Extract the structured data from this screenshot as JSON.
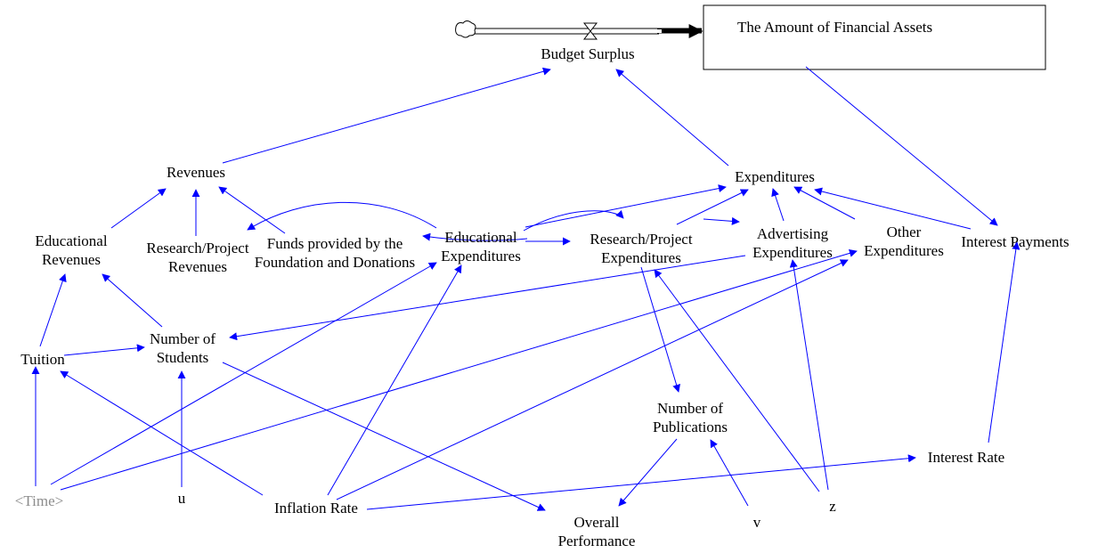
{
  "diagram": {
    "stock": {
      "label": "The Amount of Financial Assets"
    },
    "variables": [
      {
        "id": "budget-surplus",
        "label": "Budget Surplus"
      },
      {
        "id": "revenues",
        "label": "Revenues"
      },
      {
        "id": "expenditures",
        "label": "Expenditures"
      },
      {
        "id": "educational-revenues",
        "label": "Educational\nRevenues"
      },
      {
        "id": "research-project-revenues",
        "label": "Research/Project\nRevenues"
      },
      {
        "id": "funds-foundation-donations",
        "label": "Funds provided by the\nFoundation and Donations"
      },
      {
        "id": "educational-expenditures",
        "label": "Educational\nExpenditures"
      },
      {
        "id": "research-project-expenditures",
        "label": "Research/Project\nExpenditures"
      },
      {
        "id": "advertising-expenditures",
        "label": "Advertising\nExpenditures"
      },
      {
        "id": "other-expenditures",
        "label": "Other\nExpenditures"
      },
      {
        "id": "interest-payments",
        "label": "Interest Payments"
      },
      {
        "id": "number-of-students",
        "label": "Number of\nStudents"
      },
      {
        "id": "tuition",
        "label": "Tuition"
      },
      {
        "id": "number-of-publications",
        "label": "Number of\nPublications"
      },
      {
        "id": "interest-rate",
        "label": "Interest Rate"
      },
      {
        "id": "time",
        "label": "<Time>"
      },
      {
        "id": "u",
        "label": "u"
      },
      {
        "id": "inflation-rate",
        "label": "Inflation Rate"
      },
      {
        "id": "overall-performance",
        "label": "Overall\nPerformance"
      },
      {
        "id": "v",
        "label": "v"
      },
      {
        "id": "z",
        "label": "z"
      }
    ],
    "colors": {
      "link": "#0000ff",
      "flow": "#000000",
      "shadow_text": "#8c8c8c"
    }
  }
}
